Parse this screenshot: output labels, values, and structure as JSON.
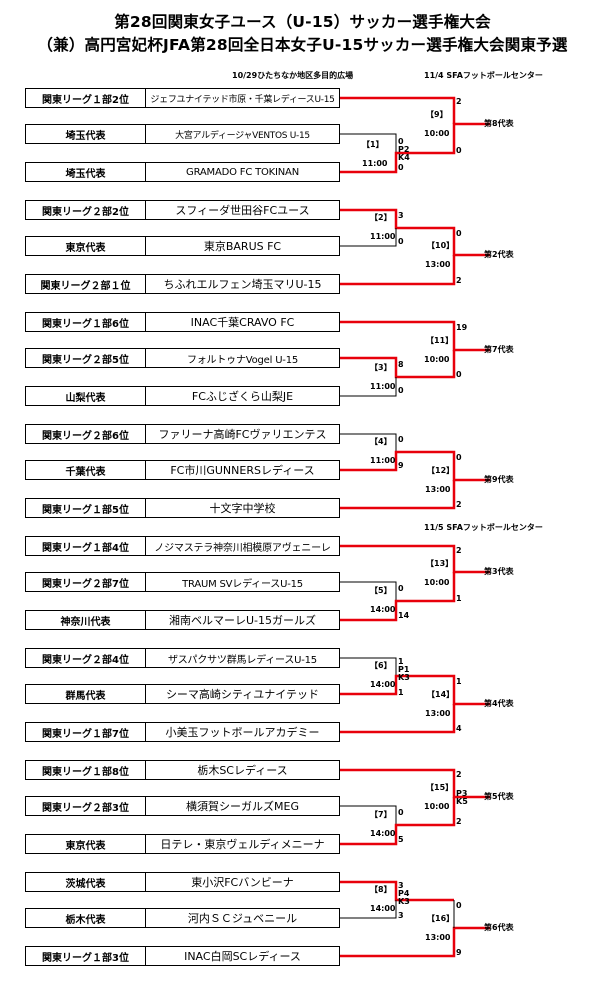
{
  "header": {
    "title_line1": "第28回関東女子ユース（U-15）サッカー選手権大会",
    "title_line2": "（兼）高円宮妃杯JFA第28回全日本女子U-15サッカー選手権大会関東予選"
  },
  "venues": {
    "round1": "10/29ひたちなか地区多目的広場",
    "day2": "11/4  SFAフットボールセンター",
    "day3": "11/5 SFAフットボールセンター"
  },
  "colors": {
    "winner_line": "#e8000b",
    "loser_line": "#000000"
  },
  "teams": [
    {
      "qual": "関東リーグ１部2位",
      "name": "ジェフユナイテッド市原・千葉レディースU-15"
    },
    {
      "qual": "埼玉代表",
      "name": "大宮アルディージャVENTOS  U-15"
    },
    {
      "qual": "埼玉代表",
      "name": "GRAMADO  FC  TOKINAN"
    },
    {
      "qual": "関東リーグ２部2位",
      "name": "スフィーダ世田谷FCユース"
    },
    {
      "qual": "東京代表",
      "name": "東京BARUS  FC"
    },
    {
      "qual": "関東リーグ２部１位",
      "name": "ちふれエルフェン埼玉マリU-15"
    },
    {
      "qual": "関東リーグ１部6位",
      "name": "INAC千葉CRAVO  FC"
    },
    {
      "qual": "関東リーグ２部5位",
      "name": "フォルトゥナVogel  U-15"
    },
    {
      "qual": "山梨代表",
      "name": "FCふじざくら山梨JE"
    },
    {
      "qual": "関東リーグ２部6位",
      "name": "ファリーナ高崎FCヴァリエンテス"
    },
    {
      "qual": "千葉代表",
      "name": "FC市川GUNNERSレディース"
    },
    {
      "qual": "関東リーグ１部5位",
      "name": "十文字中学校"
    },
    {
      "qual": "関東リーグ１部4位",
      "name": "ノジマステラ神奈川相模原アヴェニーレ"
    },
    {
      "qual": "関東リーグ２部7位",
      "name": "TRAUM  SVレディースU-15"
    },
    {
      "qual": "神奈川代表",
      "name": "湘南ベルマーレU-15ガールズ"
    },
    {
      "qual": "関東リーグ２部4位",
      "name": "ザスパクサツ群馬レディースU-15"
    },
    {
      "qual": "群馬代表",
      "name": "シーマ高崎シティユナイテッド"
    },
    {
      "qual": "関東リーグ１部7位",
      "name": "小美玉フットボールアカデミー"
    },
    {
      "qual": "関東リーグ１部8位",
      "name": "栃木SCレディース"
    },
    {
      "qual": "関東リーグ２部3位",
      "name": "横須賀シーガルズMEG"
    },
    {
      "qual": "東京代表",
      "name": "日テレ・東京ヴェルディメニーナ"
    },
    {
      "qual": "茨城代表",
      "name": "東小沢FCバンビーナ"
    },
    {
      "qual": "栃木代表",
      "name": "河内ＳＣジュベニール"
    },
    {
      "qual": "関東リーグ１部3位",
      "name": "INAC白岡SCレディース"
    }
  ],
  "round1": [
    {
      "no": "【1】",
      "time": "11:00",
      "top": "0",
      "bottom": "0",
      "pk": "P2\nK4"
    },
    {
      "no": "【2】",
      "time": "11:00",
      "top": "3",
      "bottom": "0"
    },
    {
      "no": "【3】",
      "time": "11:00",
      "top": "8",
      "bottom": "0"
    },
    {
      "no": "【4】",
      "time": "11:00",
      "top": "0",
      "bottom": "9"
    },
    {
      "no": "【5】",
      "time": "14:00",
      "top": "0",
      "bottom": "14"
    },
    {
      "no": "【6】",
      "time": "14:00",
      "top": "1",
      "bottom": "1",
      "pk": "P1\nK3"
    },
    {
      "no": "【7】",
      "time": "14:00",
      "top": "0",
      "bottom": "5"
    },
    {
      "no": "【8】",
      "time": "14:00",
      "top": "3",
      "bottom": "3",
      "pk": "P4\nK3"
    }
  ],
  "round2": [
    {
      "no": "【9】",
      "time": "10:00",
      "top": "2",
      "bottom": "0",
      "winner": "第8代表"
    },
    {
      "no": "【10】",
      "time": "13:00",
      "top": "0",
      "bottom": "2",
      "winner": "第2代表"
    },
    {
      "no": "【11】",
      "time": "10:00",
      "top": "19",
      "bottom": "0",
      "winner": "第7代表"
    },
    {
      "no": "【12】",
      "time": "13:00",
      "top": "0",
      "bottom": "2",
      "winner": "第9代表"
    },
    {
      "no": "【13】",
      "time": "10:00",
      "top": "2",
      "bottom": "1",
      "winner": "第3代表"
    },
    {
      "no": "【14】",
      "time": "13:00",
      "top": "1",
      "bottom": "4",
      "winner": "第4代表"
    },
    {
      "no": "【15】",
      "time": "10:00",
      "top": "2",
      "bottom": "2",
      "pk": "P3\nK5",
      "winner": "第5代表"
    },
    {
      "no": "【16】",
      "time": "13:00",
      "top": "0",
      "bottom": "9",
      "winner": "第6代表"
    }
  ]
}
